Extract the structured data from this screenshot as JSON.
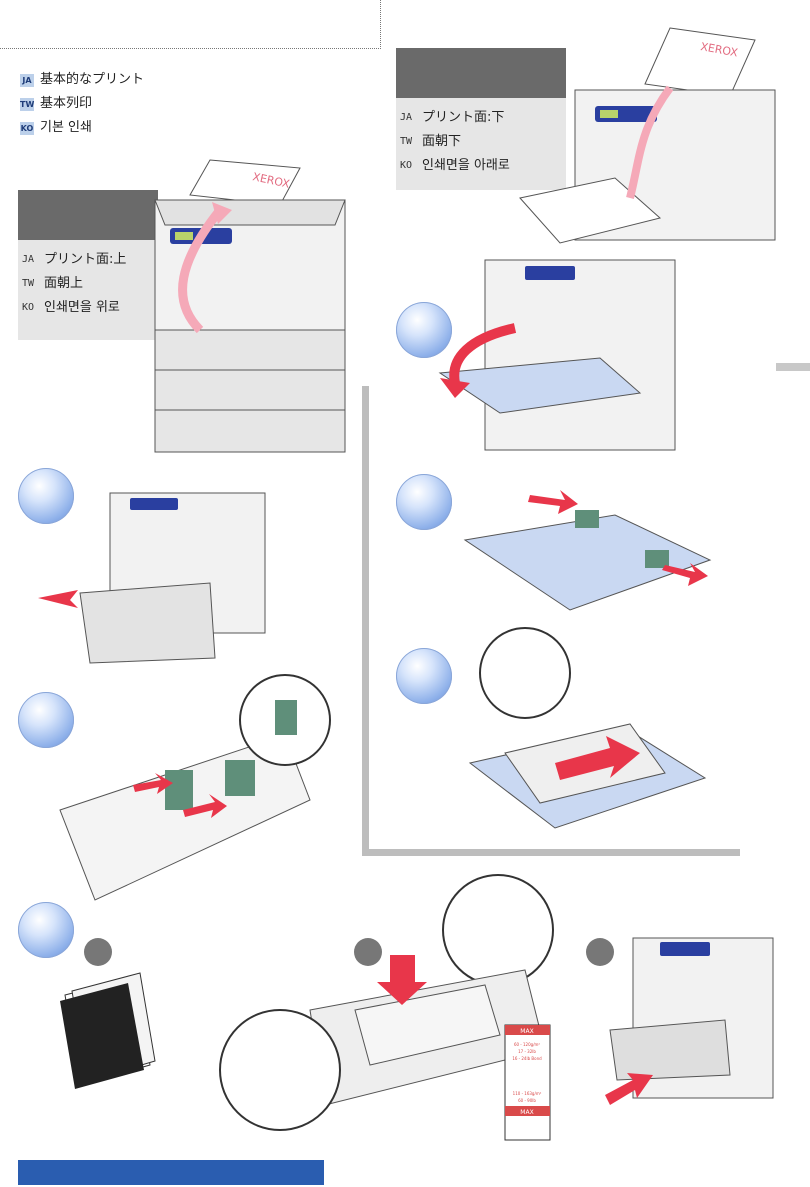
{
  "title_block": {
    "lines": [
      {
        "code": "JA",
        "text": "基本的なプリント"
      },
      {
        "code": "TW",
        "text": "基本列印"
      },
      {
        "code": "KO",
        "text": "기본 인쇄"
      }
    ]
  },
  "face_up_panel": {
    "lines": [
      {
        "code": "JA",
        "text": "プリント面:上"
      },
      {
        "code": "TW",
        "text": "面朝上"
      },
      {
        "code": "KO",
        "text": "인쇄면을 위로"
      }
    ]
  },
  "face_down_panel": {
    "lines": [
      {
        "code": "JA",
        "text": "プリント面:下"
      },
      {
        "code": "TW",
        "text": "面朝下"
      },
      {
        "code": "KO",
        "text": "인쇄면을 아래로"
      }
    ]
  },
  "paper_brand": "XEROX",
  "max_label": {
    "top": "MAX",
    "bottom": "MAX",
    "spec_1": "60 - 120g/m²",
    "spec_2": "17 - 32lb",
    "spec_3": "16 - 24lb Bond",
    "spec_4": "110 - 163g/m²",
    "spec_5": "60 - 90lb"
  },
  "colors": {
    "accent": "#2a5db0",
    "band_dark": "#6a6a6a",
    "band_light": "#e6e6e6",
    "arrow": "#e8364a",
    "guide_green": "#5f8f7a",
    "tray_blue": "#c9d8f2"
  }
}
